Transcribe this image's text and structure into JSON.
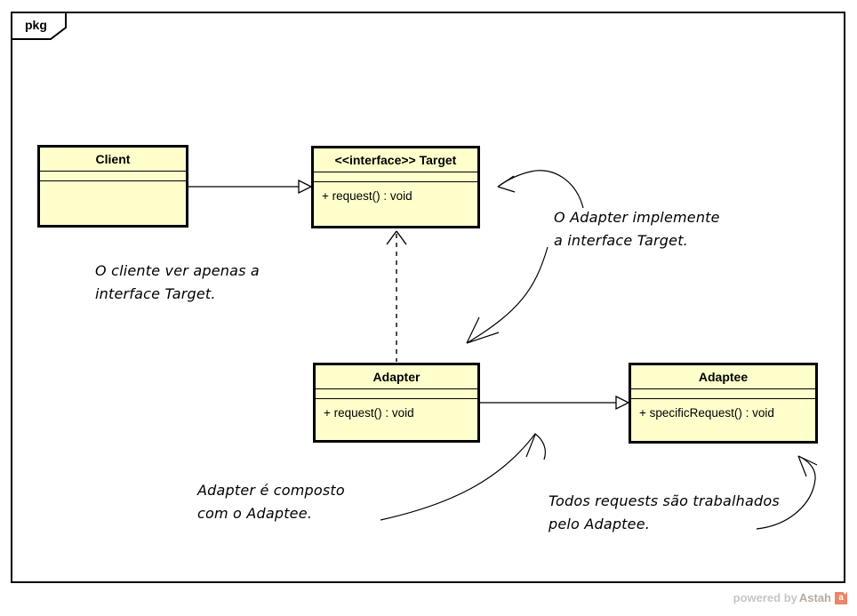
{
  "diagram": {
    "frame_label": "pkg",
    "classes": {
      "client": {
        "name": "Client",
        "operation": ""
      },
      "target": {
        "name": "<<interface>> Target",
        "operation": "+ request() : void"
      },
      "adapter": {
        "name": "Adapter",
        "operation": "+ request() : void"
      },
      "adaptee": {
        "name": "Adaptee",
        "operation": "+ specificRequest() : void"
      }
    },
    "relations": [
      {
        "from": "Client",
        "to": "Target",
        "type": "solid line, hollow triangle arrowhead"
      },
      {
        "from": "Adapter",
        "to": "Target",
        "type": "dashed line, open arrowhead (realization)"
      },
      {
        "from": "Adapter",
        "to": "Adaptee",
        "type": "solid line, hollow triangle arrowhead"
      }
    ],
    "annotations": {
      "client_note": {
        "line1": "O cliente ver apenas a",
        "line2": "interface Target."
      },
      "adapter_note": {
        "line1": "O Adapter implemente",
        "line2": "a interface Target."
      },
      "compose_note": {
        "line1": "Adapter é composto",
        "line2": "com o Adaptee."
      },
      "requests_note": {
        "line1": "Todos requests são trabalhados",
        "line2": "pelo Adaptee."
      }
    },
    "watermark": {
      "prefix": "powered by ",
      "brand": "Astah",
      "logo_letter": "a",
      "logo_star": "✦"
    },
    "colors": {
      "class_fill": "#ffffcc",
      "class_border": "#000000",
      "watermark_gray": "#c6c6c6",
      "watermark_brand": "#b9a9a1",
      "logo_orange": "#ee8465"
    }
  }
}
